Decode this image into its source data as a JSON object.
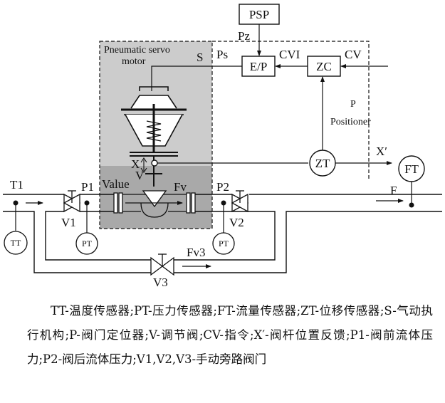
{
  "labels": {
    "psp": "PSP",
    "pz": "Pz",
    "ps": "Ps",
    "ep": "E/P",
    "cvi": "CVI",
    "zc": "ZC",
    "cv": "CV",
    "servo_line1": "Pneumatic servo",
    "servo_line2": "motor",
    "s": "S",
    "p": "P",
    "positioner": "Positioner",
    "x": "X",
    "v": "V",
    "value": "Value",
    "fv": "Fv",
    "zt": "ZT",
    "x_prime": "X′",
    "ft": "FT",
    "f": "F",
    "t1": "T1",
    "p1": "P1",
    "p2": "P2",
    "v1": "V1",
    "v2": "V2",
    "v3": "V3",
    "fv3": "Fv3",
    "tt": "TT",
    "pt1": "PT",
    "pt2": "PT"
  },
  "caption": "TT-温度传感器;PT-压力传感器;FT-流量传感器;ZT-位移传感器;S-气动执行机构;P-阀门定位器;V-调节阀;CV-指令;X′-阀杆位置反馈;P1-阀前流体压力;P2-阀后流体压力;V1,V2,V3-手动旁路阀门",
  "colors": {
    "servo_box": "#cccccc",
    "valve_box": "#a9a9a9",
    "line": "#111111"
  }
}
